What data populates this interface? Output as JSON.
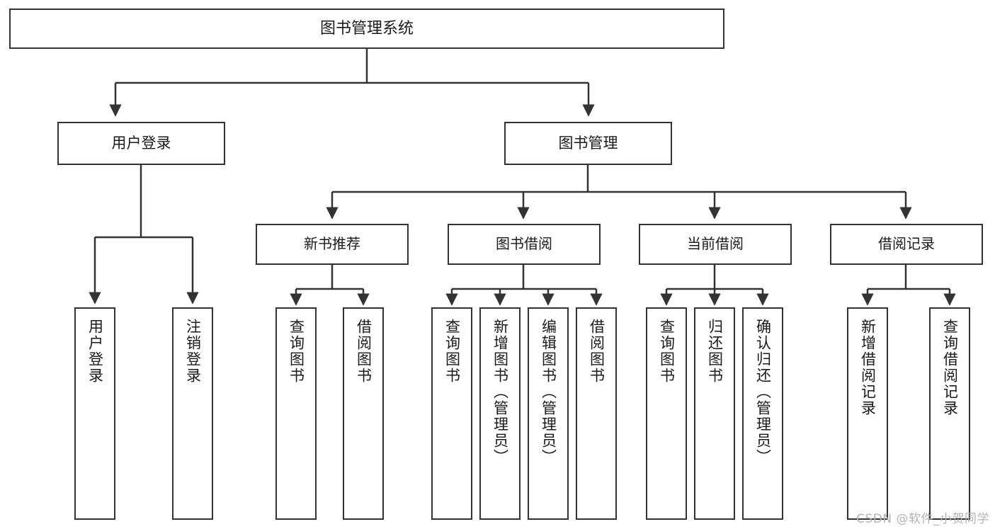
{
  "diagram": {
    "title": "图书管理系统",
    "type": "功能结构图",
    "stroke_color": "#333333",
    "fill_color": "#ffffff",
    "text_color": "#1a1a1a"
  },
  "root": {
    "label": "图书管理系统"
  },
  "level1": [
    {
      "id": "user-login",
      "label": "用户登录"
    },
    {
      "id": "book-management",
      "label": "图书管理"
    }
  ],
  "level2": [
    {
      "id": "new-book-recommend",
      "label": "新书推荐"
    },
    {
      "id": "book-borrow",
      "label": "图书借阅"
    },
    {
      "id": "current-borrow",
      "label": "当前借阅"
    },
    {
      "id": "borrow-record",
      "label": "借阅记录"
    }
  ],
  "leaves": {
    "user_login": [
      {
        "id": "leaf-user-login",
        "label": "用户登录"
      },
      {
        "id": "leaf-logout-login",
        "label": "注销登录"
      }
    ],
    "new_book_recommend": [
      {
        "id": "leaf-query-book-1",
        "label": "查询图书"
      },
      {
        "id": "leaf-borrow-book-1",
        "label": "借阅图书"
      }
    ],
    "book_borrow": [
      {
        "id": "leaf-query-book-2",
        "label": "查询图书"
      },
      {
        "id": "leaf-add-book",
        "label": "新增图书（管理员）"
      },
      {
        "id": "leaf-edit-book",
        "label": "编辑图书（管理员）"
      },
      {
        "id": "leaf-borrow-book-2",
        "label": "借阅图书"
      }
    ],
    "current_borrow": [
      {
        "id": "leaf-query-book-3",
        "label": "查询图书"
      },
      {
        "id": "leaf-return-book",
        "label": "归还图书"
      },
      {
        "id": "leaf-confirm-return",
        "label": "确认归还（管理员）"
      }
    ],
    "borrow_record": [
      {
        "id": "leaf-add-record",
        "label": "新增借阅记录"
      },
      {
        "id": "leaf-query-record",
        "label": "查询借阅记录"
      }
    ]
  },
  "watermark": {
    "text": "CSDN @软件_小贺同学"
  },
  "chart_data": {
    "type": "tree",
    "title": "图书管理系统",
    "nodes": [
      {
        "level": 0,
        "label": "图书管理系统",
        "children": [
          "用户登录",
          "图书管理"
        ]
      },
      {
        "level": 1,
        "label": "用户登录",
        "children": [
          "用户登录",
          "注销登录"
        ]
      },
      {
        "level": 1,
        "label": "图书管理",
        "children": [
          "新书推荐",
          "图书借阅",
          "当前借阅",
          "借阅记录"
        ]
      },
      {
        "level": 2,
        "label": "新书推荐",
        "children": [
          "查询图书",
          "借阅图书"
        ]
      },
      {
        "level": 2,
        "label": "图书借阅",
        "children": [
          "查询图书",
          "新增图书（管理员）",
          "编辑图书（管理员）",
          "借阅图书"
        ]
      },
      {
        "level": 2,
        "label": "当前借阅",
        "children": [
          "查询图书",
          "归还图书",
          "确认归还（管理员）"
        ]
      },
      {
        "level": 2,
        "label": "借阅记录",
        "children": [
          "新增借阅记录",
          "查询借阅记录"
        ]
      }
    ]
  }
}
